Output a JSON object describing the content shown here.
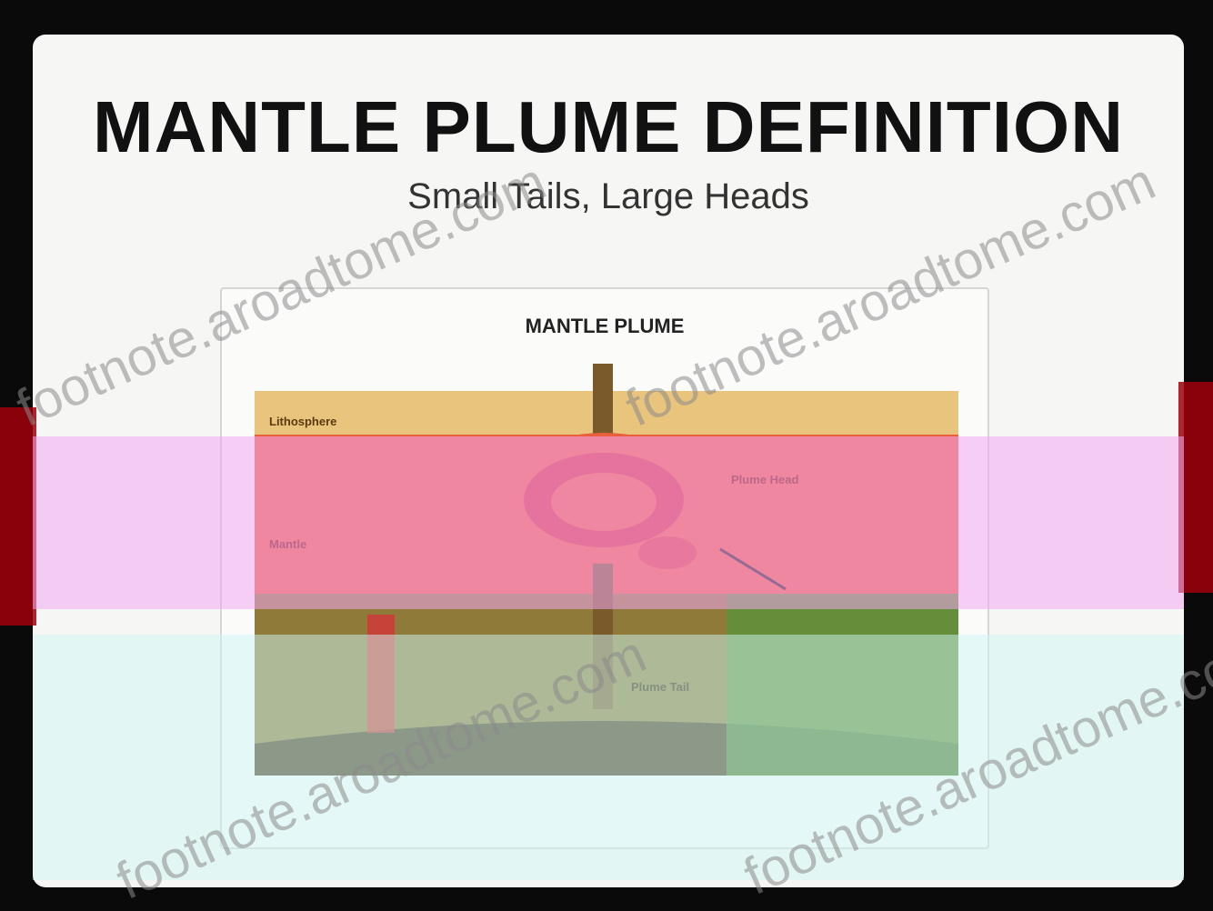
{
  "slide": {
    "title": "MANTLE PLUME DEFINITION",
    "subtitle": "Small Tails, Large Heads"
  },
  "figure": {
    "heading": "MANTLE PLUME",
    "labels": {
      "lithosphere": "Lithosphere",
      "mantle": "Mantle",
      "plume_head": "Plume Head",
      "plume_tail": "Plume Tail"
    },
    "colors": {
      "lithosphere": "#e9c47c",
      "mantle": "#e8603c",
      "lower_mantle": "#8f7a3a",
      "core": "#4b3a1e",
      "plume": "#7a5a2a",
      "plume_head": "#d8323a",
      "magenta_band": "#f3a8f0",
      "cyan_band": "#cdf7f4",
      "green_band": "#4e9a3c"
    }
  },
  "watermark": {
    "text": "footnote.aroadtome.com",
    "color": "#8a8a8a"
  }
}
